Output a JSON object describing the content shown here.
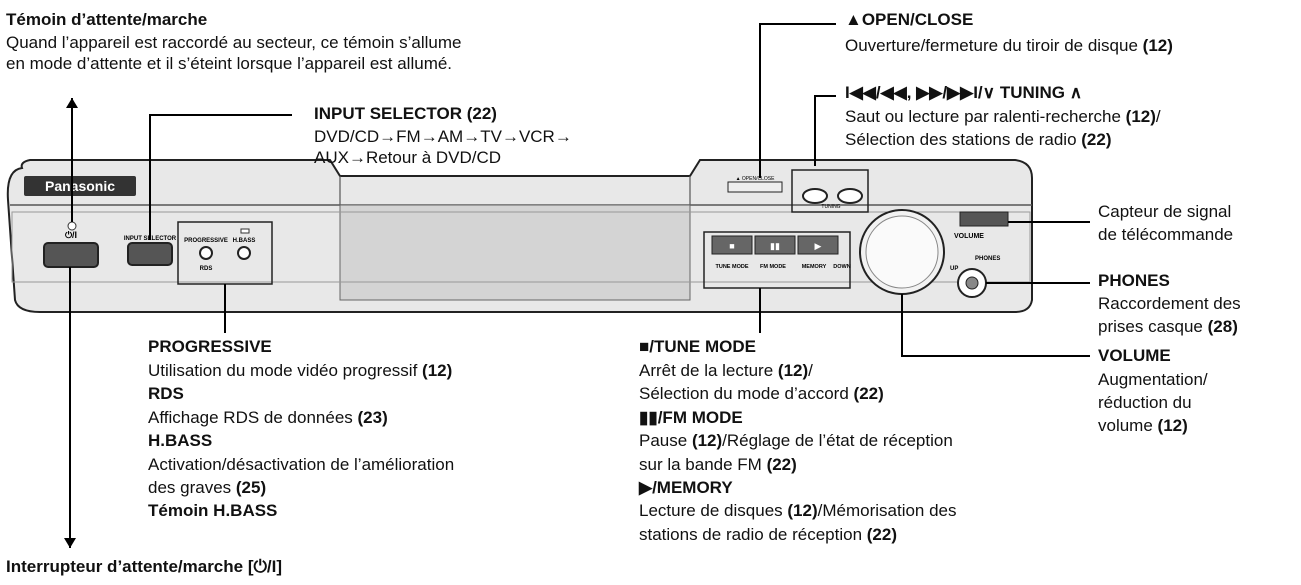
{
  "device": {
    "brand": "Panasonic",
    "front_labels": {
      "power": "⏻/I",
      "input_selector": "INPUT SELECTOR",
      "progressive": "PROGRESSIVE",
      "rds": "RDS",
      "hbass": "H.BASS",
      "open_close": "▲ OPEN/CLOSE",
      "tune_mode": "TUNE MODE",
      "fm_mode": "FM MODE",
      "memory": "MEMORY",
      "down": "DOWN",
      "up": "UP",
      "tuning": "TUNING",
      "volume": "VOLUME",
      "phones": "PHONES"
    }
  },
  "callouts": {
    "standby_indicator": {
      "title": "Témoin d’attente/marche",
      "line1": "Quand l’appareil est raccordé au secteur, ce témoin s’allume",
      "line2": "en mode d’attente et il s’éteint lorsque l’appareil est allumé."
    },
    "input_selector": {
      "title": "INPUT SELECTOR (22)",
      "line1": "DVD/CD→FM→AM→TV→VCR→",
      "line2": "AUX→Retour à DVD/CD"
    },
    "open_close": {
      "title": "▲OPEN/CLOSE",
      "desc": "Ouverture/fermeture du tiroir de disque ",
      "ref": "(12)"
    },
    "tuning": {
      "title": "I◀◀/◀◀, ▶▶/▶▶I/∨ TUNING ∧",
      "line1": "Saut ou lecture par ralenti-recherche ",
      "ref1": "(12)",
      "line1_end": "/",
      "line2": "Sélection des stations de radio ",
      "ref2": "(22)"
    },
    "remote_sensor": {
      "line1": "Capteur de signal",
      "line2": "de télécommande"
    },
    "phones": {
      "title": "PHONES",
      "line1": "Raccordement des",
      "line2": "prises casque ",
      "ref": "(28)"
    },
    "volume": {
      "title": "VOLUME",
      "line1": "Augmentation/",
      "line2": "réduction du",
      "line3": "volume ",
      "ref": "(12)"
    },
    "progressive": {
      "title": "PROGRESSIVE",
      "desc": "Utilisation du mode vidéo progressif ",
      "ref": "(12)",
      "rds_title": "RDS",
      "rds_desc": "Affichage RDS de données ",
      "rds_ref": "(23)",
      "hbass_title": "H.BASS",
      "hbass_desc1": "Activation/désactivation de l’amélioration",
      "hbass_desc2": "des graves ",
      "hbass_ref": "(25)",
      "hbass_led_title": "Témoin H.BASS"
    },
    "tune_mode": {
      "title": "■/TUNE MODE",
      "line1": "Arrêt de la lecture ",
      "ref1": "(12)",
      "line1_end": "/",
      "line2": "Sélection du mode d’accord ",
      "ref2": "(22)",
      "fm_title": "▮▮/FM MODE",
      "fm_line1": "Pause ",
      "fm_ref1": "(12)",
      "fm_line1_end": "/Réglage de l’état de réception",
      "fm_line2": "sur la bande FM ",
      "fm_ref2": "(22)",
      "mem_title": "▶/MEMORY",
      "mem_line1": "Lecture de disques ",
      "mem_ref1": "(12)",
      "mem_line1_end": "/Mémorisation des",
      "mem_line2": "stations de radio de réception ",
      "mem_ref2": "(22)"
    },
    "power_switch": {
      "title": "Interrupteur d’attente/marche [⏻/I]"
    }
  }
}
